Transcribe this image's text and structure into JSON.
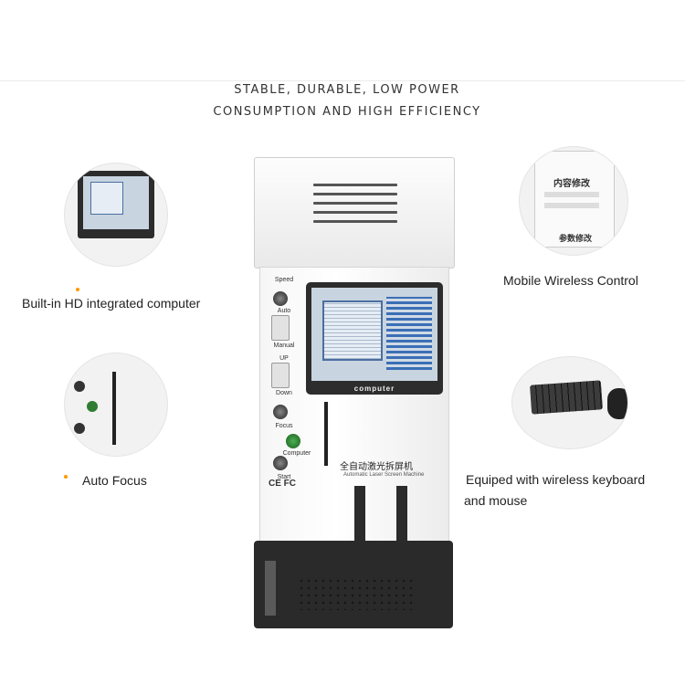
{
  "headline": {
    "line1": "STABLE, DURABLE, LOW POWER",
    "line2": "CONSUMPTION AND HIGH EFFICIENCY"
  },
  "features": {
    "computer": "Built-in HD integrated computer",
    "focus": "Auto Focus",
    "mobile": "Mobile Wireless Control",
    "keyboard_line1": "Equiped with wireless keyboard",
    "keyboard_line2": "and mouse"
  },
  "machine": {
    "monitor_brand": "computer",
    "label_cn": "全自动激光拆屏机",
    "label_en": "Automatic Laser Screen Machine",
    "cert": "CE FC",
    "buttons": [
      "Speed",
      "Auto",
      "Manual",
      "UP",
      "Down",
      "Focus",
      "Computer",
      "Start"
    ]
  },
  "inset_phone": {
    "title": "内容修改",
    "subtitle": "参数修改"
  },
  "colors": {
    "bullet": "#ff9800",
    "text": "#222222"
  }
}
